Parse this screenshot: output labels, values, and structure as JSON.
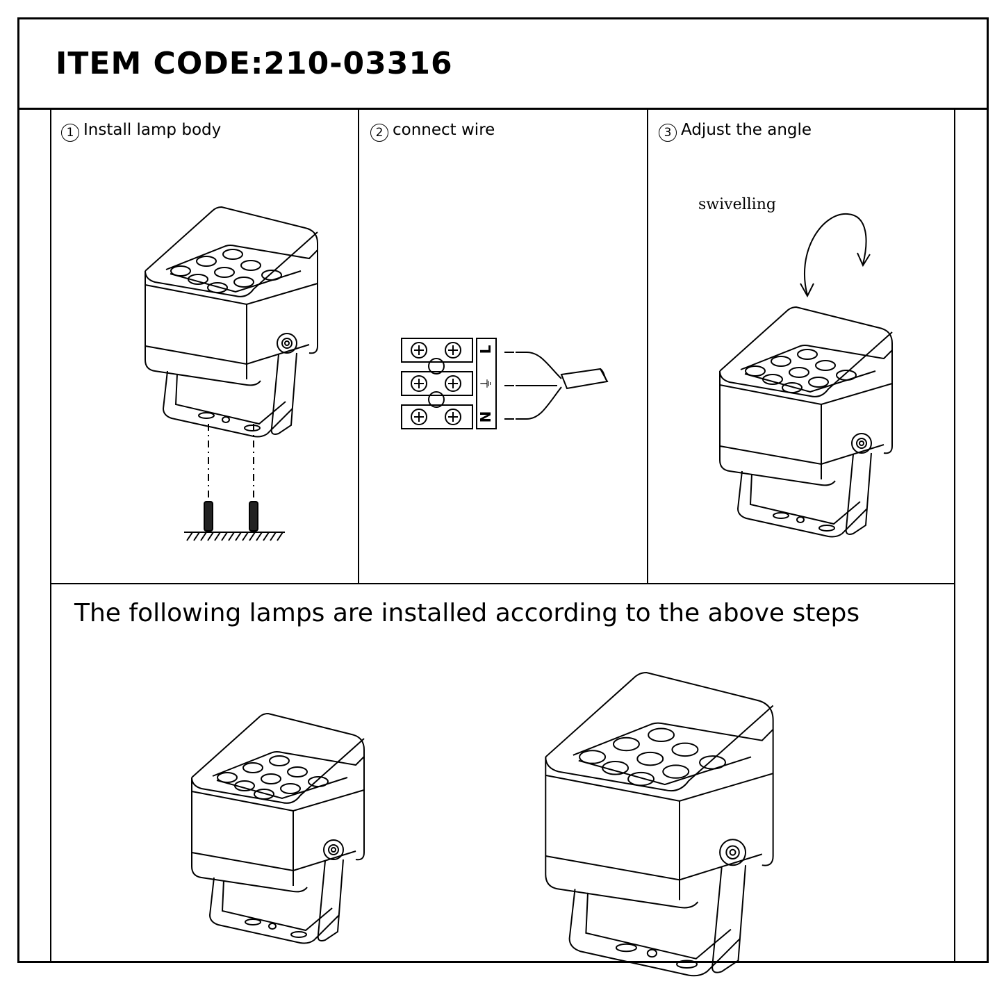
{
  "header": {
    "title": "ITEM CODE:210-03316"
  },
  "steps": [
    {
      "number": "1",
      "label": "Install lamp body"
    },
    {
      "number": "2",
      "label": "connect wire"
    },
    {
      "number": "3",
      "label": "Adjust the angle"
    }
  ],
  "wiring": {
    "terminals": [
      "L",
      "⏚",
      "N"
    ]
  },
  "adjust": {
    "annotation": "swivelling"
  },
  "bottom": {
    "caption": "The following lamps are installed according to the above steps"
  }
}
